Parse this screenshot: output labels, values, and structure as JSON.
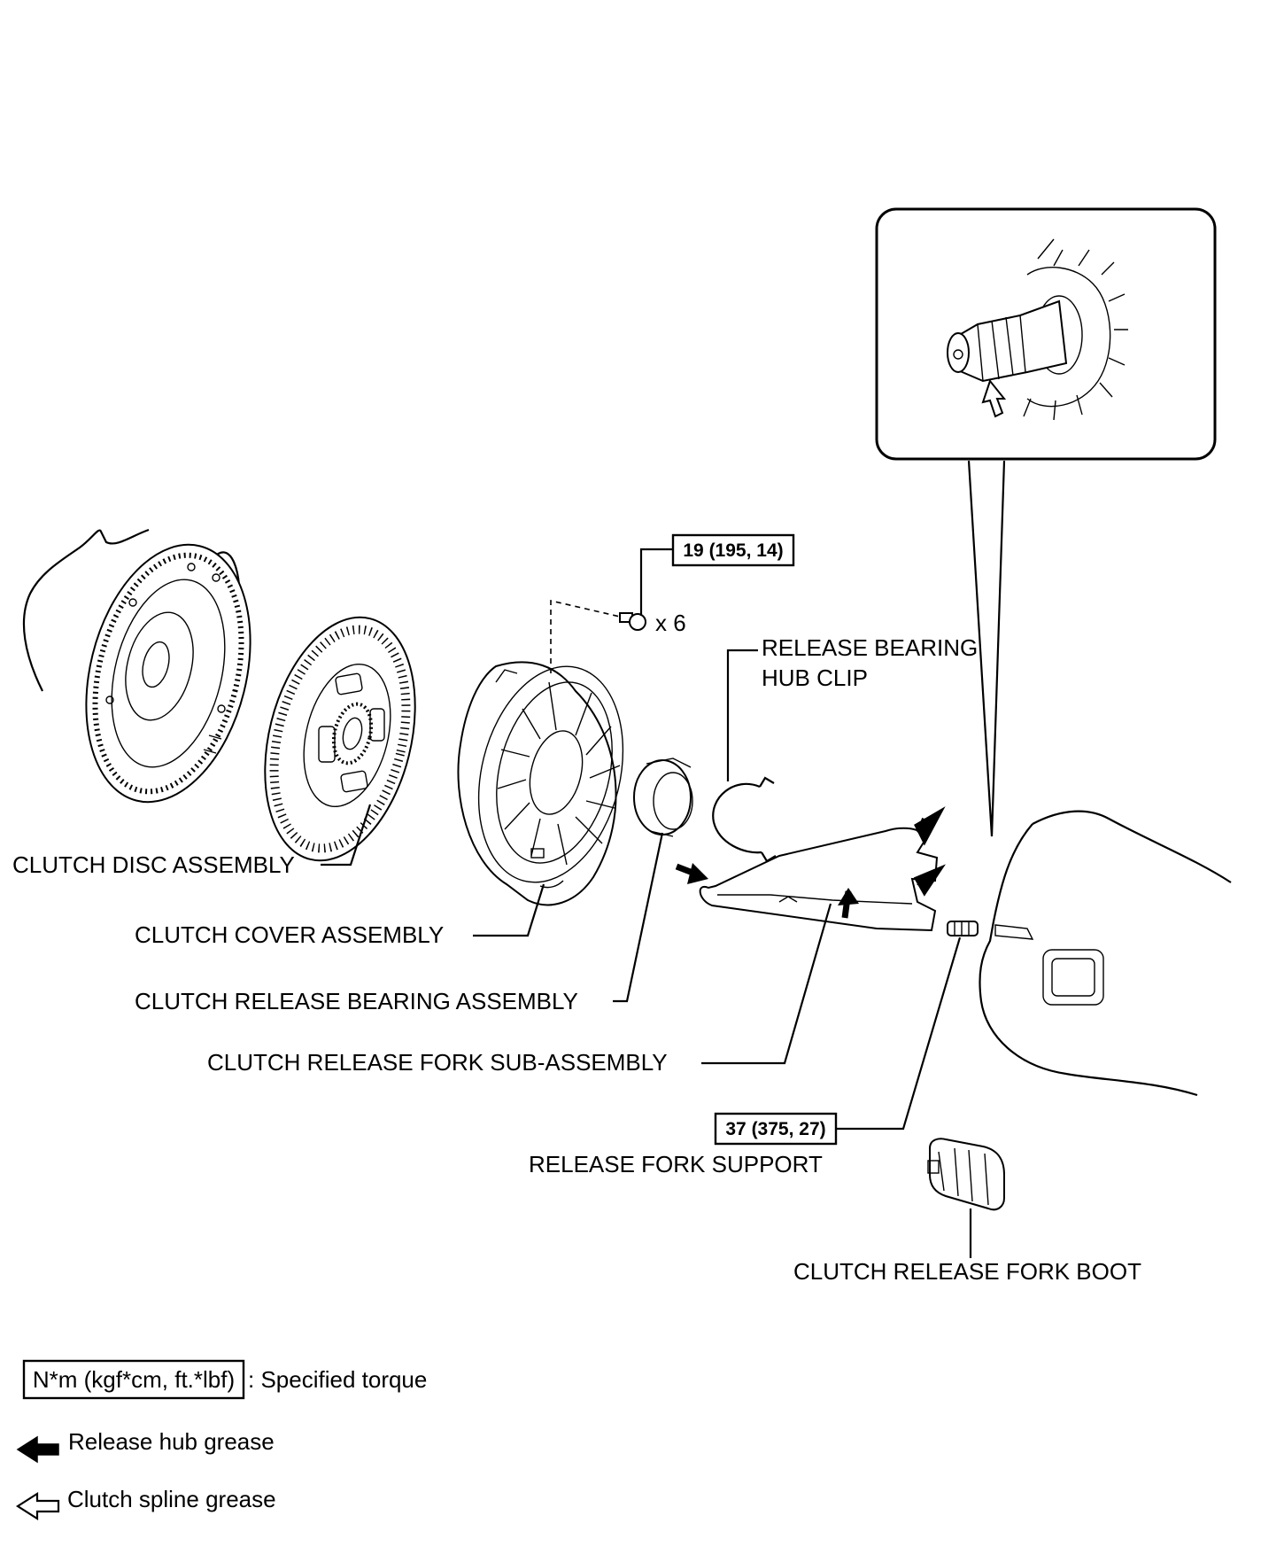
{
  "labels": {
    "clutch_disc": "CLUTCH DISC ASSEMBLY",
    "clutch_cover": "CLUTCH COVER ASSEMBLY",
    "release_bearing": "CLUTCH RELEASE BEARING ASSEMBLY",
    "release_fork": "CLUTCH RELEASE FORK SUB-ASSEMBLY",
    "hub_clip_line1": "RELEASE BEARING",
    "hub_clip_line2": "HUB CLIP",
    "fork_support": "RELEASE FORK SUPPORT",
    "fork_boot": "CLUTCH RELEASE FORK BOOT"
  },
  "torques": {
    "cover_bolt": "19 (195, 14)",
    "fork_support": "37 (375, 27)"
  },
  "bolt_count": "x 6",
  "legend": {
    "torque_box": "N*m (kgf*cm, ft.*lbf)",
    "torque_text": ": Specified torque",
    "hub_grease": "Release hub grease",
    "spline_grease": "Clutch spline grease"
  },
  "icons": {
    "filled_arrow": "release-hub-grease-arrow-icon",
    "hollow_arrow": "clutch-spline-grease-arrow-icon"
  }
}
